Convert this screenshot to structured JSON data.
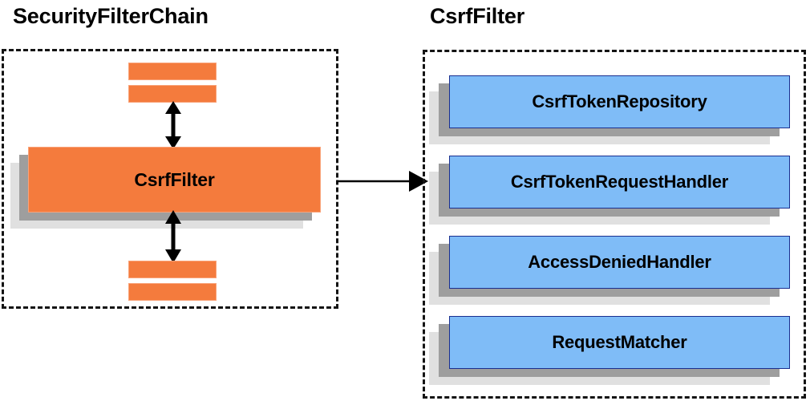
{
  "diagram": {
    "type": "component-collaboration-diagram",
    "colors": {
      "orange_fill": "#f47b3d",
      "orange_border": "#f9a278",
      "blue_fill": "#7fbcf7",
      "blue_border": "#1a2f8f",
      "shadow_mid": "#9e9e9e",
      "shadow_back": "#e0e0e0",
      "dashed_border": "#141414",
      "background": "#ffffff"
    },
    "panels": [
      {
        "id": "security-filter-chain",
        "title": "SecurityFilterChain",
        "main_component": "CsrfFilter",
        "stub_count": 4,
        "stub_label": ""
      },
      {
        "id": "csrf-filter",
        "title": "CsrfFilter",
        "collaborators": [
          {
            "label": "CsrfTokenRepository"
          },
          {
            "label": "CsrfTokenRequestHandler"
          },
          {
            "label": "AccessDeniedHandler"
          },
          {
            "label": "RequestMatcher"
          }
        ]
      }
    ],
    "connectors": [
      {
        "id": "chain-above",
        "style": "double-headed-vertical"
      },
      {
        "id": "chain-below",
        "style": "double-headed-vertical"
      },
      {
        "id": "csrffilter-to-detail",
        "style": "single-headed-horizontal"
      }
    ]
  }
}
